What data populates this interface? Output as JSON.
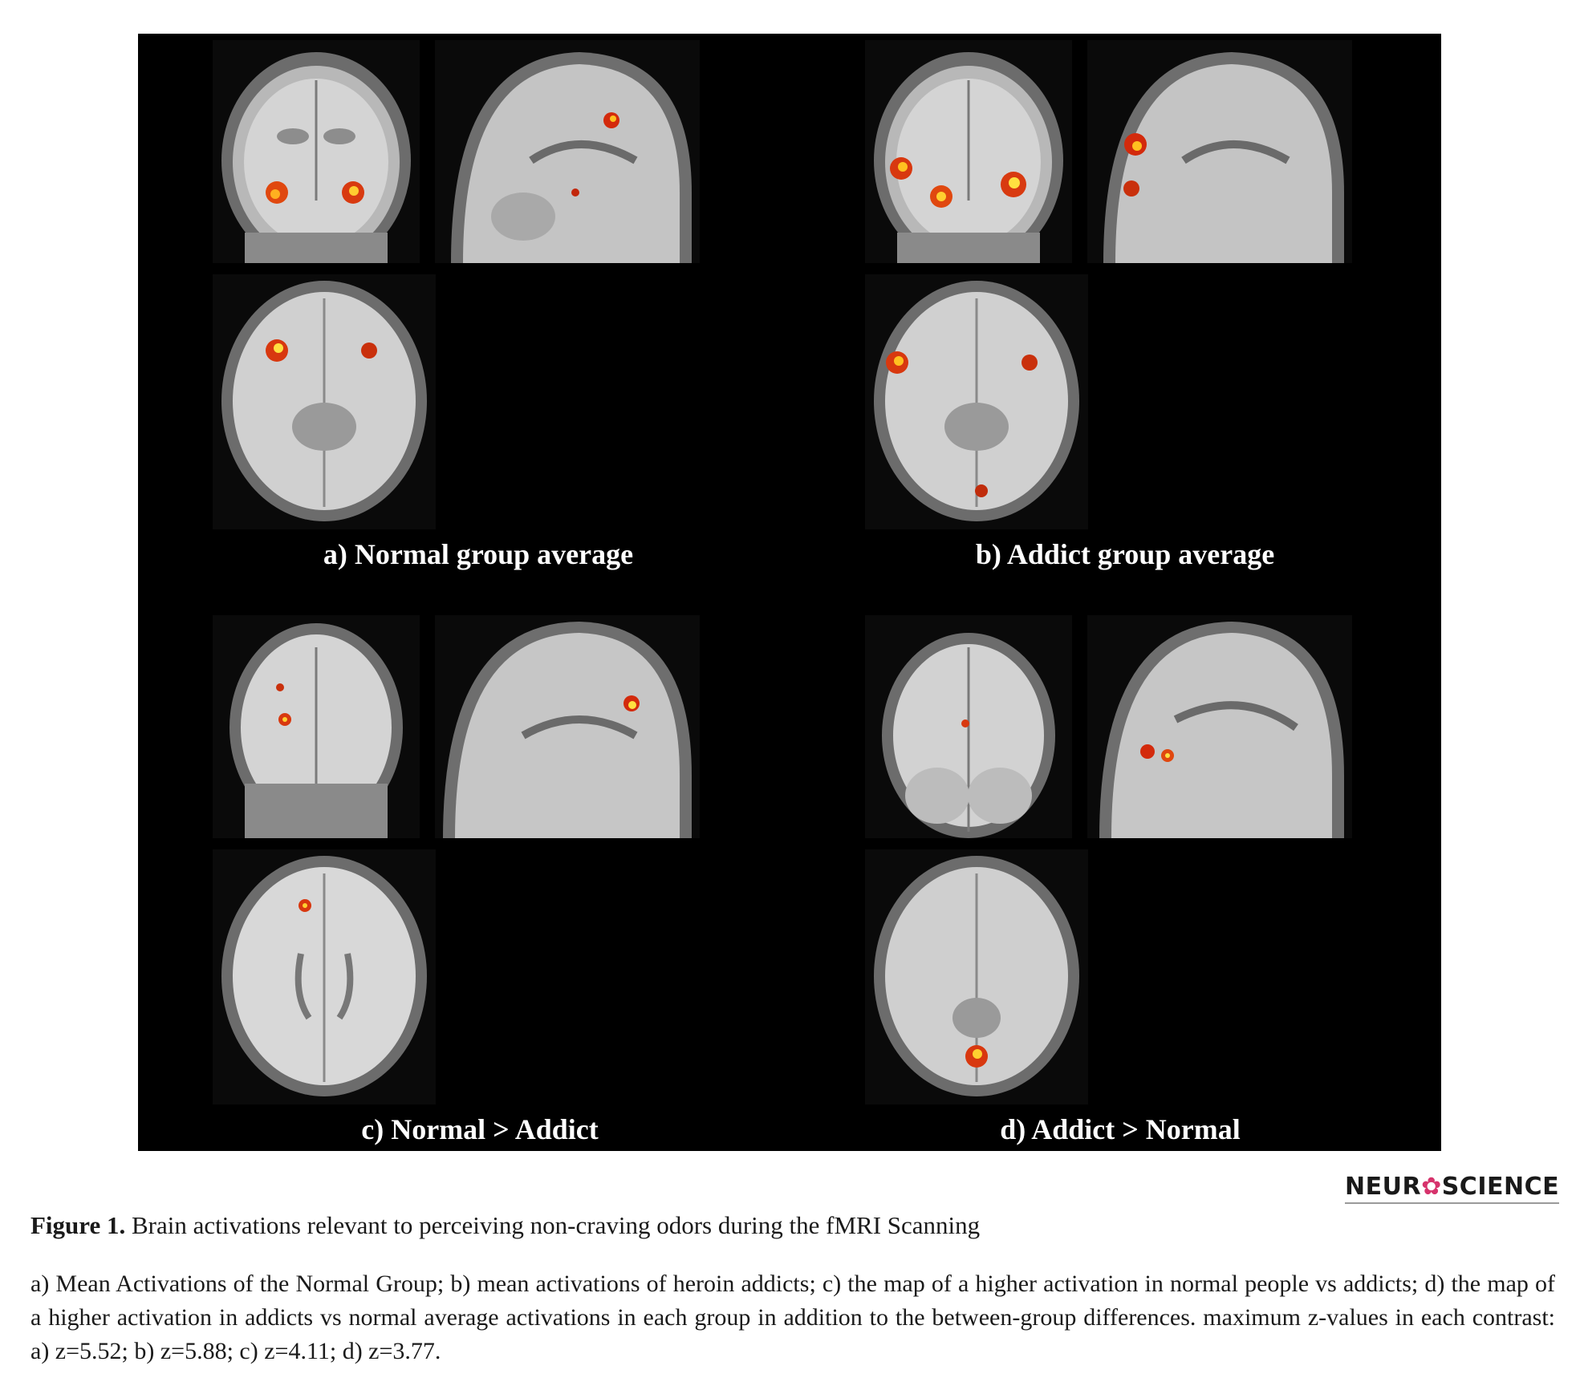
{
  "figure": {
    "panels": [
      {
        "id": "a",
        "label": "a) Normal group average"
      },
      {
        "id": "b",
        "label": "b) Addict group average"
      },
      {
        "id": "c",
        "label": "c) Normal > Addict"
      },
      {
        "id": "d",
        "label": "d) Addict > Normal"
      }
    ]
  },
  "logo": {
    "prefix": "NEUR",
    "mark": "✿",
    "suffix": "SCIENCE"
  },
  "caption": {
    "figure_label": "Figure 1.",
    "title": "Brain activations relevant to perceiving non-craving odors during the fMRI Scanning",
    "body": "a) Mean Activations of the Normal Group; b) mean activations of heroin addicts; c) the map of a higher activation in normal people vs addicts; d) the map of a higher activation in addicts vs normal average activations in each group in addition to the between-group differences. maximum z-values in each contrast: a) z=5.52; b) z=5.88; c) z=4.11; d) z=3.77."
  }
}
